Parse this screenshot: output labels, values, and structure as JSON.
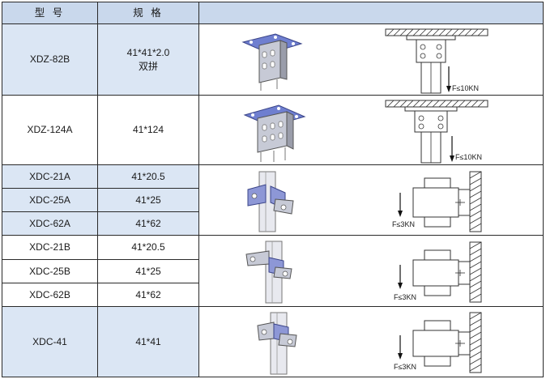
{
  "table": {
    "headers": [
      "型 号",
      "规 格",
      ""
    ],
    "rows": [
      {
        "model": "XDZ-82B",
        "spec": "41*41*2.0",
        "spec_note": "双拼"
      },
      {
        "model": "XDZ-124A",
        "spec": "41*124"
      },
      {
        "model": "XDC-21A",
        "spec": "41*20.5"
      },
      {
        "model": "XDC-25A",
        "spec": "41*25"
      },
      {
        "model": "XDC-62A",
        "spec": "41*62"
      },
      {
        "model": "XDC-21B",
        "spec": "41*20.5"
      },
      {
        "model": "XDC-25B",
        "spec": "41*25"
      },
      {
        "model": "XDC-62B",
        "spec": "41*62"
      },
      {
        "model": "XDC-41",
        "spec": "41*41"
      }
    ]
  },
  "diagrams": {
    "load_ceiling_1": "F≤10KN",
    "load_ceiling_2": "F≤10KN",
    "load_wall_1": "F≤3KN",
    "load_wall_2": "F≤3KN",
    "load_wall_3": "F≤3KN"
  },
  "colors": {
    "header_bg": "#c9d8ec",
    "row_blue_bg": "#dbe6f4",
    "grid_line": "#2a2a2a",
    "bracket_plate": "#6f7fd0"
  }
}
